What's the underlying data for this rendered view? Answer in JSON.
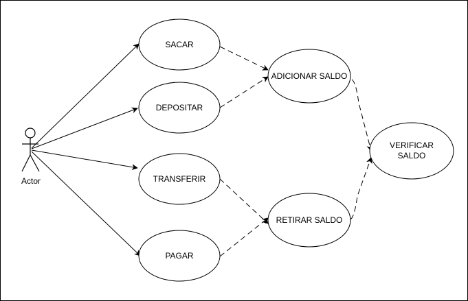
{
  "actor": {
    "label": "Actor"
  },
  "use_cases": {
    "sacar": "SACAR",
    "depositar": "DEPOSITAR",
    "transferir": "TRANSFERIR",
    "pagar": "PAGAR",
    "adicionar_saldo": "ADICIONAR SALDO",
    "retirar_saldo": "RETIRAR SALDO",
    "verificar_line1": "VERIFICAR",
    "verificar_line2": "SALDO"
  },
  "colors": {
    "stroke": "#000000",
    "background": "#ffffff"
  }
}
